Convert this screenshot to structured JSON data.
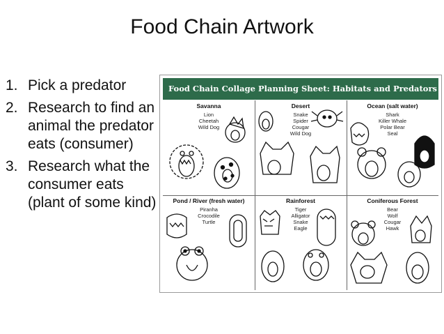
{
  "slide": {
    "title": "Food Chain Artwork",
    "steps": [
      {
        "num": "1.",
        "text": "Pick a predator"
      },
      {
        "num": "2.",
        "text": "Research to find an animal the predator eats (consumer)"
      },
      {
        "num": "3.",
        "text": "Research what the consumer eats (plant of some kind)"
      }
    ]
  },
  "sheet": {
    "header": "Food Chain Collage Planning Sheet:  Habitats and Predators",
    "header_color": "#2d6b4a",
    "habitats": [
      {
        "name": "Savanna",
        "animals": [
          "Lion",
          "Cheetah",
          "Wild Dog"
        ],
        "tags": [
          "lion",
          "cheetah"
        ]
      },
      {
        "name": "Desert",
        "animals": [
          "Snake",
          "Spider",
          "Cougar",
          "Wild Dog"
        ],
        "tags": [
          "snake",
          "cougar",
          "wild dog"
        ]
      },
      {
        "name": "Ocean (salt water)",
        "animals": [
          "Shark",
          "Killer Whale",
          "Polar Bear",
          "Seal"
        ],
        "tags": [
          "bear",
          "seal",
          "killer whale"
        ]
      },
      {
        "name": "Pond / River (fresh water)",
        "animals": [
          "Piranha",
          "Crocodile",
          "Turtle"
        ],
        "tags": [
          "piranha",
          "crocodile",
          "turtle"
        ]
      },
      {
        "name": "Rainforest",
        "animals": [
          "Tiger",
          "Alligator",
          "Snake",
          "Eagle"
        ],
        "tags": [
          "alligator",
          "snake",
          "eagle",
          "tiger"
        ]
      },
      {
        "name": "Coniferous Forest",
        "animals": [
          "Bear",
          "Wolf",
          "Cougar",
          "Hawk"
        ],
        "tags": [
          "wolf",
          "hawk"
        ]
      }
    ]
  }
}
